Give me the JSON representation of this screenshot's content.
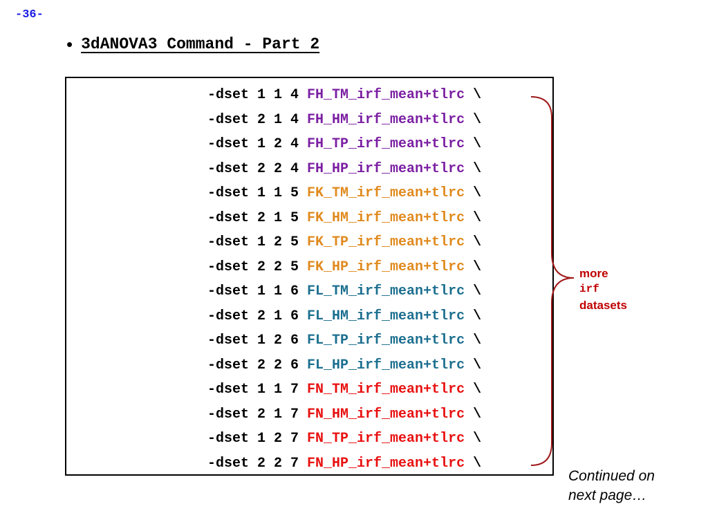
{
  "page_number": "-36-",
  "title": "3dANOVA3 Command - Part 2",
  "colors": {
    "FH": "#7b1fa2",
    "FK": "#e08a1e",
    "FL": "#1c6f8f",
    "FN": "#e81010",
    "annotation": "#c00000",
    "page_number": "#1a1ae6"
  },
  "command_lines": [
    {
      "prefix": "-dset 1 1 4 ",
      "dataset": "FH_TM_irf_mean+tlrc",
      "suffix": " \\",
      "group": "FH"
    },
    {
      "prefix": "-dset 2 1 4 ",
      "dataset": "FH_HM_irf_mean+tlrc",
      "suffix": " \\",
      "group": "FH"
    },
    {
      "prefix": "-dset 1 2 4 ",
      "dataset": "FH_TP_irf_mean+tlrc",
      "suffix": " \\",
      "group": "FH"
    },
    {
      "prefix": "-dset 2 2 4 ",
      "dataset": "FH_HP_irf_mean+tlrc",
      "suffix": " \\",
      "group": "FH"
    },
    {
      "prefix": "-dset 1 1 5 ",
      "dataset": "FK_TM_irf_mean+tlrc",
      "suffix": " \\",
      "group": "FK"
    },
    {
      "prefix": "-dset 2 1 5 ",
      "dataset": "FK_HM_irf_mean+tlrc",
      "suffix": " \\",
      "group": "FK"
    },
    {
      "prefix": "-dset 1 2 5 ",
      "dataset": "FK_TP_irf_mean+tlrc",
      "suffix": " \\",
      "group": "FK"
    },
    {
      "prefix": "-dset 2 2 5 ",
      "dataset": "FK_HP_irf_mean+tlrc",
      "suffix": " \\",
      "group": "FK"
    },
    {
      "prefix": "-dset 1 1 6 ",
      "dataset": "FL_TM_irf_mean+tlrc",
      "suffix": " \\",
      "group": "FL"
    },
    {
      "prefix": "-dset 2 1 6 ",
      "dataset": "FL_HM_irf_mean+tlrc",
      "suffix": " \\",
      "group": "FL"
    },
    {
      "prefix": "-dset 1 2 6 ",
      "dataset": "FL_TP_irf_mean+tlrc",
      "suffix": " \\",
      "group": "FL"
    },
    {
      "prefix": "-dset 2 2 6 ",
      "dataset": "FL_HP_irf_mean+tlrc",
      "suffix": " \\",
      "group": "FL"
    },
    {
      "prefix": "-dset 1 1 7 ",
      "dataset": "FN_TM_irf_mean+tlrc",
      "suffix": " \\",
      "group": "FN"
    },
    {
      "prefix": "-dset 2 1 7 ",
      "dataset": "FN_HM_irf_mean+tlrc",
      "suffix": " \\",
      "group": "FN"
    },
    {
      "prefix": "-dset 1 2 7 ",
      "dataset": "FN_TP_irf_mean+tlrc",
      "suffix": " \\",
      "group": "FN"
    },
    {
      "prefix": "-dset 2 2 7 ",
      "dataset": "FN_HP_irf_mean+tlrc",
      "suffix": " \\",
      "group": "FN"
    }
  ],
  "annotation": {
    "line1": "more",
    "line2": "irf",
    "line3": "datasets"
  },
  "continued": {
    "line1": "Continued on",
    "line2": "next page…"
  }
}
